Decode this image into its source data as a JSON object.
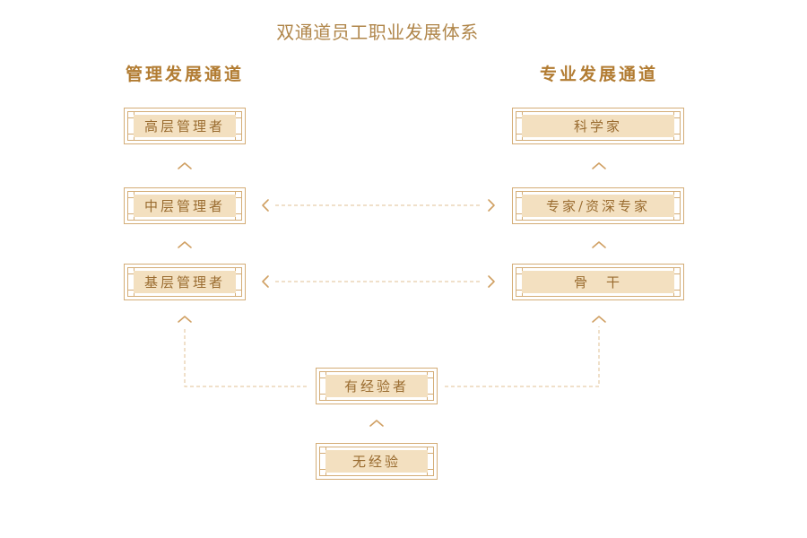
{
  "title": "双通道员工职业发展体系",
  "columns": {
    "management": "管理发展通道",
    "professional": "专业发展通道"
  },
  "management_levels": {
    "senior": "高层管理者",
    "middle": "中层管理者",
    "junior": "基层管理者"
  },
  "professional_levels": {
    "scientist": "科学家",
    "expert": "专家/资深专家",
    "backbone": "骨　干"
  },
  "entry_levels": {
    "experienced": "有经验者",
    "inexperienced": "无经验"
  },
  "colors": {
    "accent": "#b27c32",
    "frame": "#d4ad77",
    "fill": "#f3e0c0",
    "text": "#9a6c30"
  }
}
